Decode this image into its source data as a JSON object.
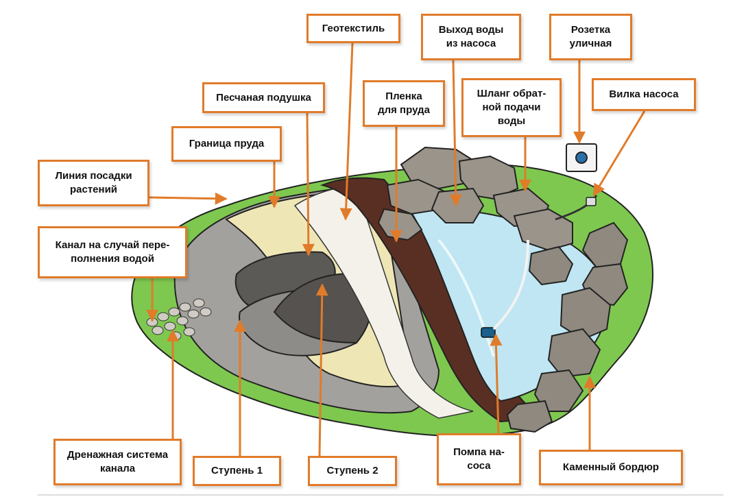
{
  "labels": {
    "geotextile": "Геотекстиль",
    "pump_outlet": "Выход воды\nиз насоса",
    "socket": "Розетка\nуличная",
    "sand_cushion": "Песчаная подушка",
    "film": "Пленка\nдля пруда",
    "return_hose": "Шланг обрат-\nной подачи\nводы",
    "pump_plug": "Вилка насоса",
    "pond_border": "Граница пруда",
    "planting_line": "Линия посадки\nрастений",
    "overflow_channel": "Канал на случай пере-\nполнения водой",
    "drainage": "Дренажная система\nканала",
    "step1": "Ступень 1",
    "step2": "Ступень 2",
    "pump": "Помпа на-\nсоса",
    "stone_border": "Каменный бордюр"
  },
  "colors": {
    "label_border": "#e07b2a",
    "arrow": "#e07b2a",
    "grass": "#7ec850",
    "water": "#bfe6f2",
    "film": "#5a2f23",
    "soil": "#8e8c88",
    "sand": "#eee6b5",
    "stone": "#9a948b"
  }
}
